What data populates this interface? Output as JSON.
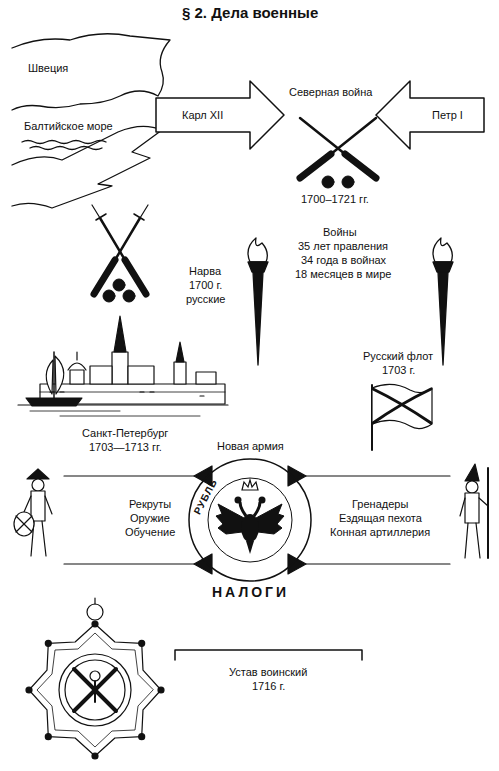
{
  "diagram": {
    "title": "§ 2. Дела военные",
    "nodes": [
      {
        "text": [
          "Карл XII"
        ]
      },
      {
        "text": [
          "Петр I"
        ]
      },
      {
        "text": [
          "РУБЛЬ",
          "НАЛОГИ"
        ]
      }
    ],
    "labels": [
      "Швеция",
      "Балтийское море",
      "Северная война",
      "1700–1721 гг.",
      "Нарва",
      "1700 г.",
      "русские",
      "Войны",
      "35 лет правления",
      "34 года в войнах",
      "18 месяцев в мире",
      "Русский флот",
      "1703 г.",
      "Санкт-Петербург",
      "1703—1713 гг.",
      "Новая армия",
      "Рекруты",
      "Оружие",
      "Обучение",
      "Гренадеры",
      "Ездящая пехота",
      "Конная артиллерия",
      "Устав воинский",
      "1716 г."
    ]
  }
}
